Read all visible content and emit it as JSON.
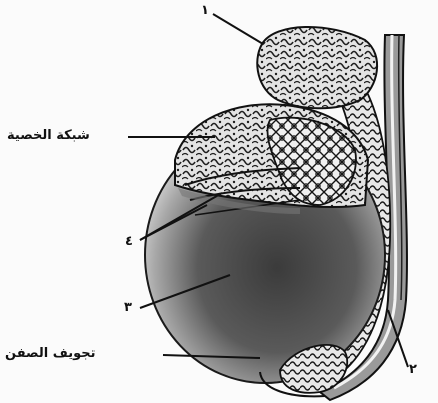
{
  "labels": {
    "top_marker": "١",
    "rete_testis": "شبكة الخصية",
    "tubules_marker": "٤",
    "testis_body_marker": "٣",
    "tunica_cavity": "تجويف الصفن",
    "duct_marker": "٢"
  },
  "colors": {
    "ink": "#111111",
    "tissue_dark": "#2a2a2a",
    "tissue_mid": "#8a8a8a",
    "tissue_light": "#d9d9d9",
    "background": "#fbfbfb"
  }
}
